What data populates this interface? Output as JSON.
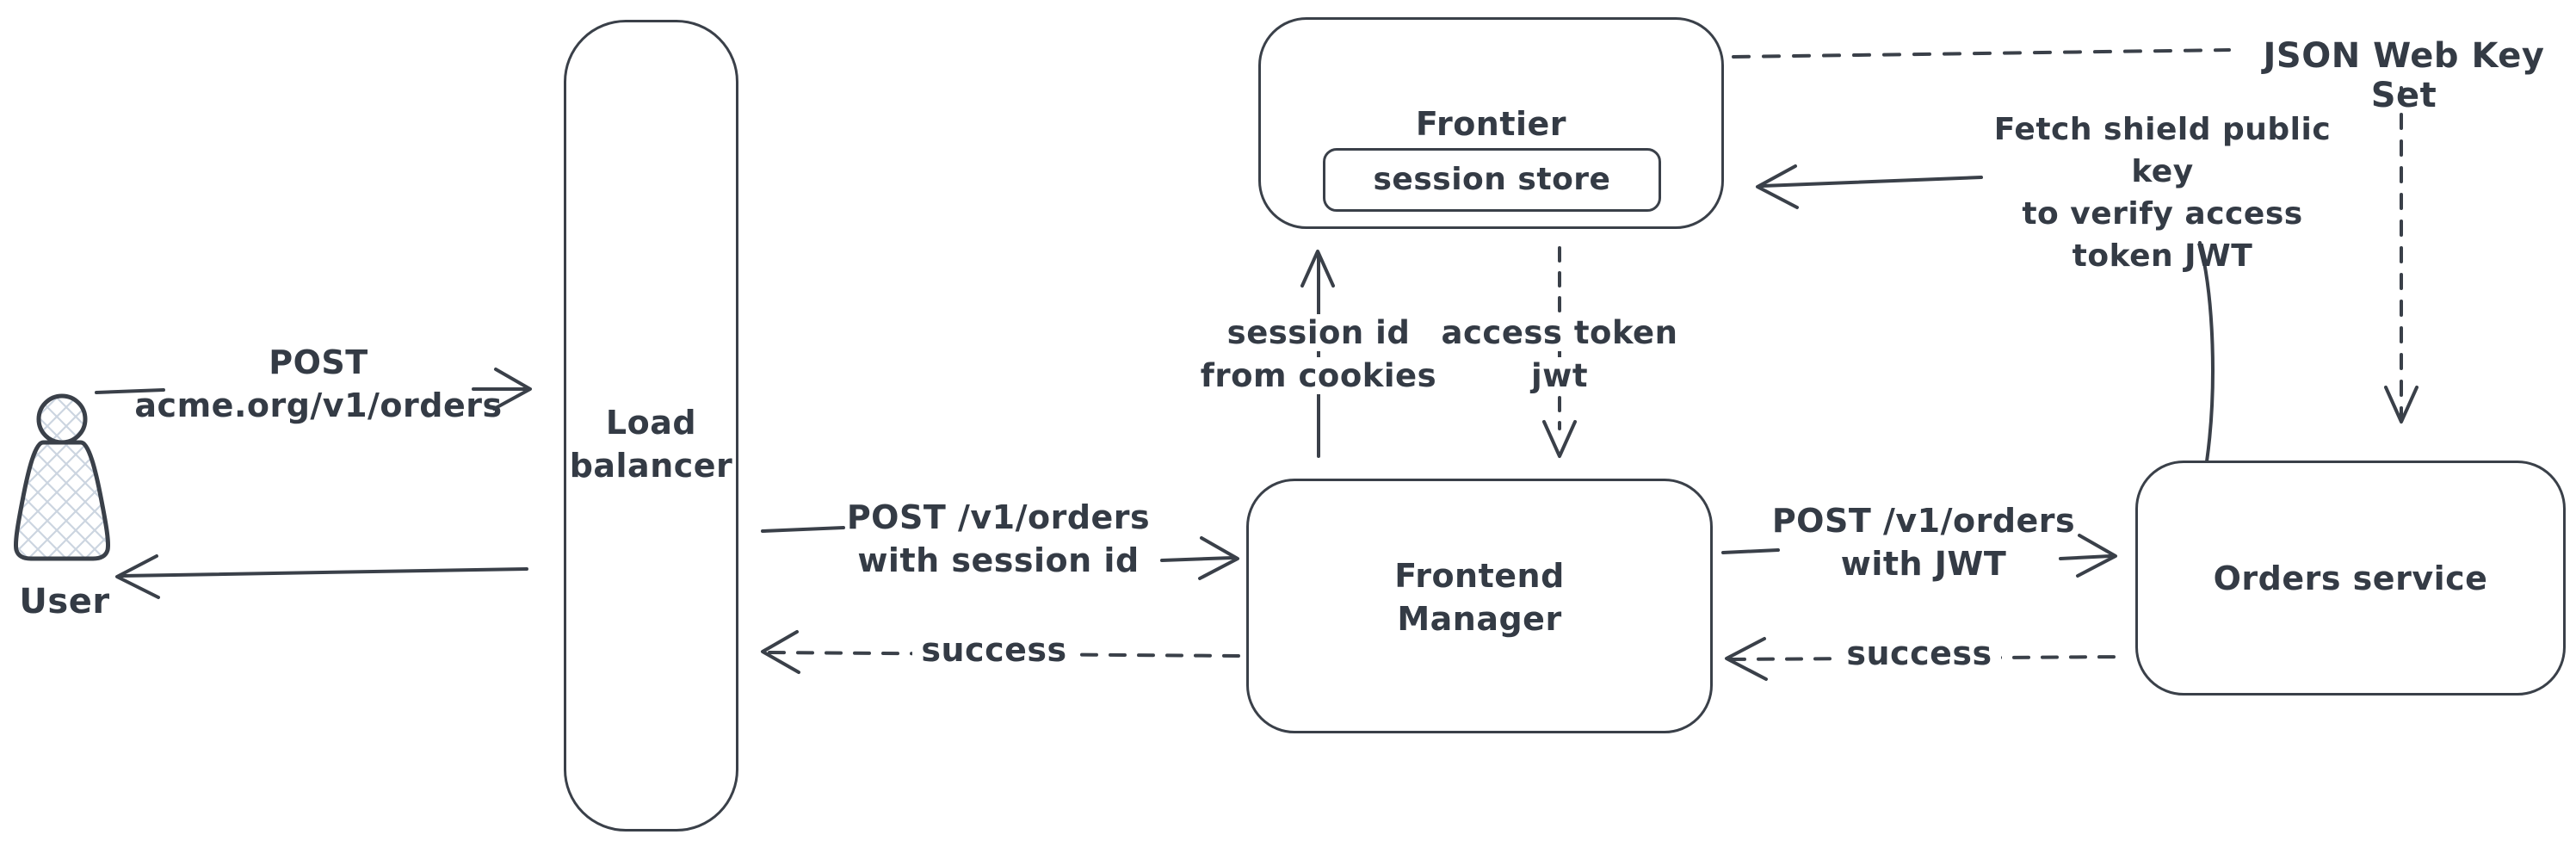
{
  "colors": {
    "stroke": "#3a4049",
    "text": "#343b45",
    "hatch_fill": "#ccd5e0",
    "background": "#ffffff"
  },
  "nodes": {
    "user": {
      "label": "User"
    },
    "load_balancer": {
      "lines": [
        "Load",
        "balancer"
      ]
    },
    "frontier": {
      "label": "Frontier"
    },
    "session_store": {
      "label": "session store"
    },
    "frontend_manager": {
      "lines": [
        "Frontend",
        "Manager"
      ]
    },
    "orders_service": {
      "label": "Orders service"
    }
  },
  "edges": {
    "user_to_load_balancer": {
      "style": "solid",
      "lines": [
        "POST",
        "acme.org/v1/orders"
      ]
    },
    "load_balancer_to_user": {
      "style": "solid",
      "lines": []
    },
    "load_balancer_to_frontend_manager": {
      "style": "solid",
      "lines": [
        "POST /v1/orders",
        "with session id"
      ]
    },
    "frontend_manager_to_load_balancer": {
      "style": "dashed",
      "label": "success"
    },
    "frontend_manager_to_frontier": {
      "style": "solid",
      "lines": [
        "session id",
        "from cookies"
      ]
    },
    "frontier_to_frontend_manager": {
      "style": "dashed",
      "lines": [
        "access token",
        "jwt"
      ]
    },
    "frontend_manager_to_orders_service": {
      "style": "solid",
      "lines": [
        "POST /v1/orders",
        "with JWT"
      ]
    },
    "orders_service_to_frontend_manager": {
      "style": "dashed",
      "label": "success"
    },
    "orders_service_to_frontier": {
      "style": "solid",
      "lines": [
        "Fetch shield public key",
        "to verify access",
        "token JWT"
      ]
    },
    "jwks_label": {
      "label": "JSON Web Key Set"
    }
  }
}
